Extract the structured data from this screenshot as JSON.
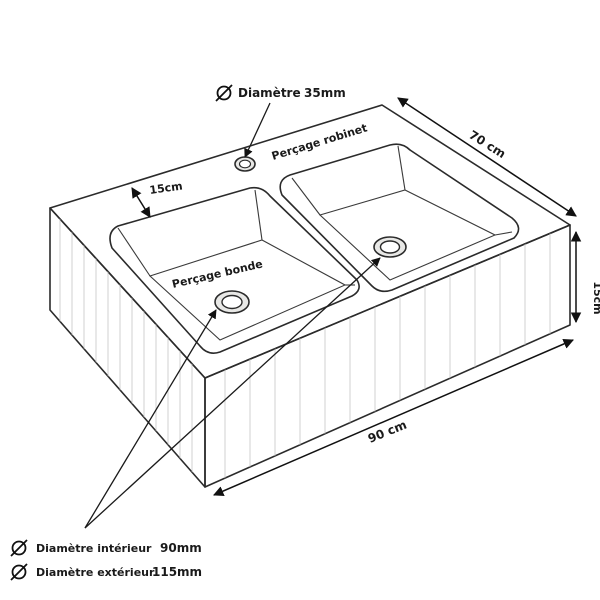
{
  "labels": {
    "tap_diameter_title": "Diamètre",
    "tap_diameter_value": "35mm",
    "tap_hole": "Perçage robinet",
    "rim_width": "15cm",
    "drain_hole": "Perçage bonde",
    "depth": "70 cm",
    "height": "15cm",
    "width": "90 cm",
    "inner_diameter_title": "Diamètre intérieur",
    "inner_diameter_value": "90mm",
    "outer_diameter_title": "Diamètre extérieur",
    "outer_diameter_value": "115mm"
  },
  "icons": {
    "diameter": "diameter-symbol"
  }
}
